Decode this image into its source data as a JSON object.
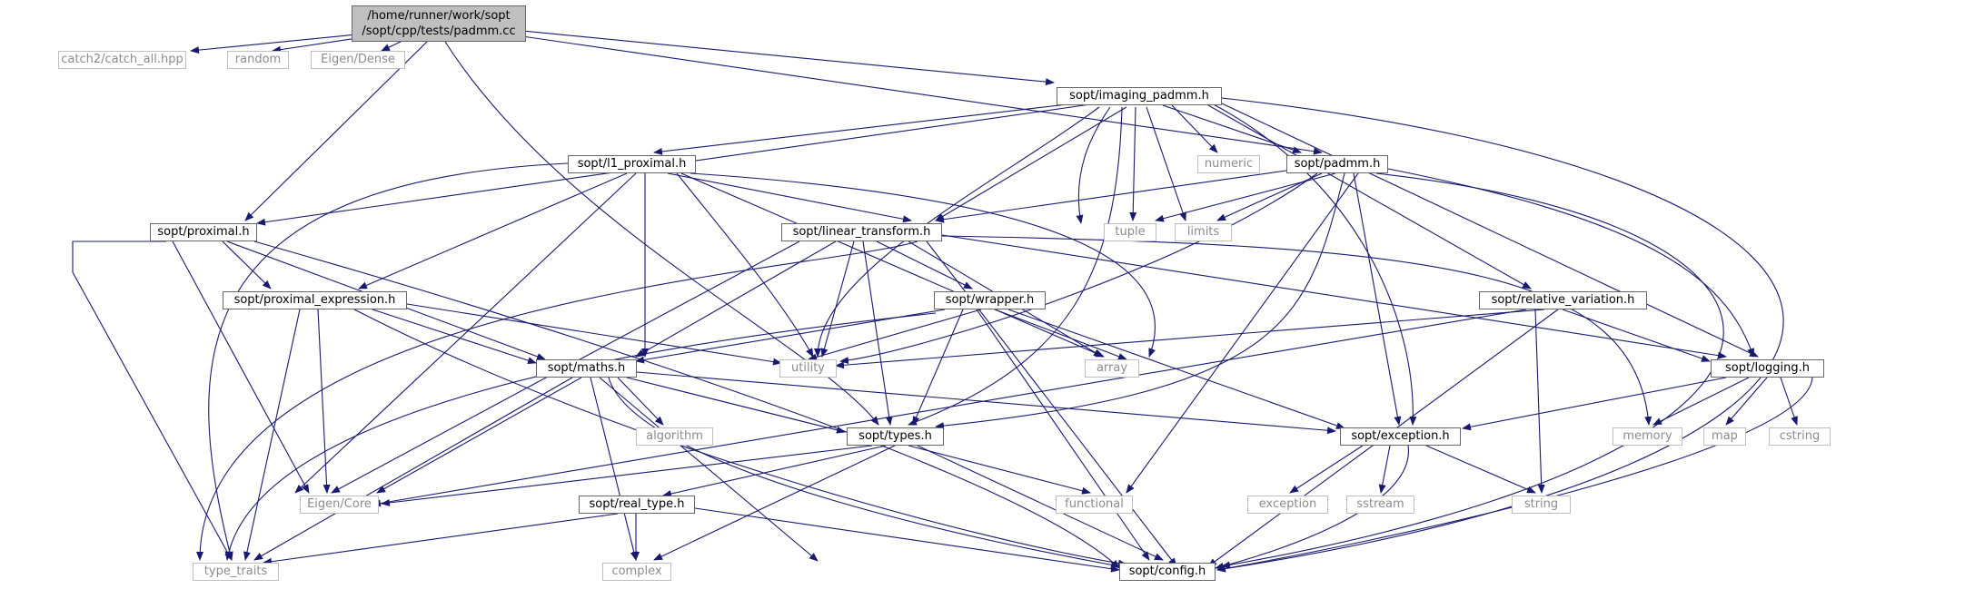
{
  "root": {
    "line1": "/home/runner/work/sopt",
    "line2": "/sopt/cpp/tests/padmm.cc"
  },
  "colors": {
    "edge": "#191970",
    "included_border": "#666666",
    "system_border": "#bfbfbf",
    "system_text": "#8c8c8c",
    "root_fill": "#bfbfbf"
  },
  "nodes": {
    "catch_all": "catch2/catch_all.hpp",
    "random": "random",
    "eigen_dense": "Eigen/Dense",
    "imaging_padmm": "sopt/imaging_padmm.h",
    "l1_proximal": "sopt/l1_proximal.h",
    "numeric": "numeric",
    "padmm": "sopt/padmm.h",
    "proximal": "sopt/proximal.h",
    "linear_transform": "sopt/linear_transform.h",
    "tuple": "tuple",
    "limits": "limits",
    "proximal_expression": "sopt/proximal_expression.h",
    "wrapper": "sopt/wrapper.h",
    "relative_variation": "sopt/relative_variation.h",
    "maths": "sopt/maths.h",
    "utility": "utility",
    "array": "array",
    "logging": "sopt/logging.h",
    "algorithm": "algorithm",
    "types": "sopt/types.h",
    "exception_h": "sopt/exception.h",
    "memory": "memory",
    "map": "map",
    "cstring": "cstring",
    "eigen_core": "Eigen/Core",
    "functional": "functional",
    "real_type": "sopt/real_type.h",
    "exception": "exception",
    "sstream": "sstream",
    "string": "string",
    "type_traits": "type_traits",
    "complex": "complex",
    "config": "sopt/config.h"
  }
}
